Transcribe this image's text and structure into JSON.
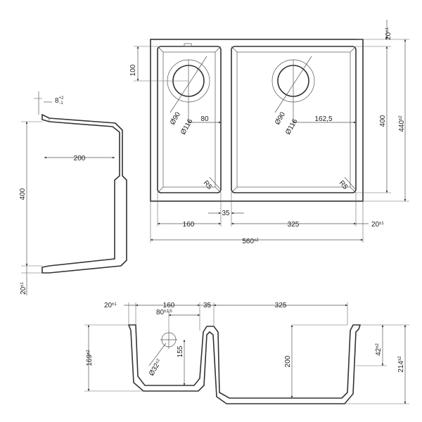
{
  "plan": {
    "total_width": "560",
    "total_width_tol": "±2",
    "total_depth": "440",
    "total_depth_tol": "±2",
    "rim_top": "20",
    "rim_top_tol": "±1",
    "rim_right": "20",
    "rim_right_tol": "±1",
    "bowl_depth": "400",
    "drain_offset": "100",
    "left_bowl_width": "160",
    "divider": "35",
    "right_bowl_width": "325",
    "left_drain_x": "80",
    "right_drain_x": "162,5",
    "drain_inner": "Ø90",
    "drain_outer": "Ø116",
    "radius_left": "R5",
    "radius_right": "R5"
  },
  "side": {
    "top_lip": "8",
    "top_lip_tol_plus": "+2",
    "top_lip_tol_minus": "-1",
    "inner_width": "200",
    "height": "400",
    "bottom_rim": "20",
    "bottom_rim_tol": "±1"
  },
  "front": {
    "rim": "20",
    "rim_tol": "±1",
    "left_bowl": "160",
    "divider": "35",
    "right_bowl": "325",
    "overflow_x": "80",
    "overflow_x_tol": "±1,5",
    "overflow_hole": "Ø32",
    "overflow_hole_tol": "±2",
    "overflow_height": "155",
    "right_depth": "200",
    "left_height": "169",
    "left_height_tol": "±2",
    "right_rim": "42",
    "right_rim_tol": "±2",
    "total_height": "214",
    "total_height_tol": "±2"
  }
}
